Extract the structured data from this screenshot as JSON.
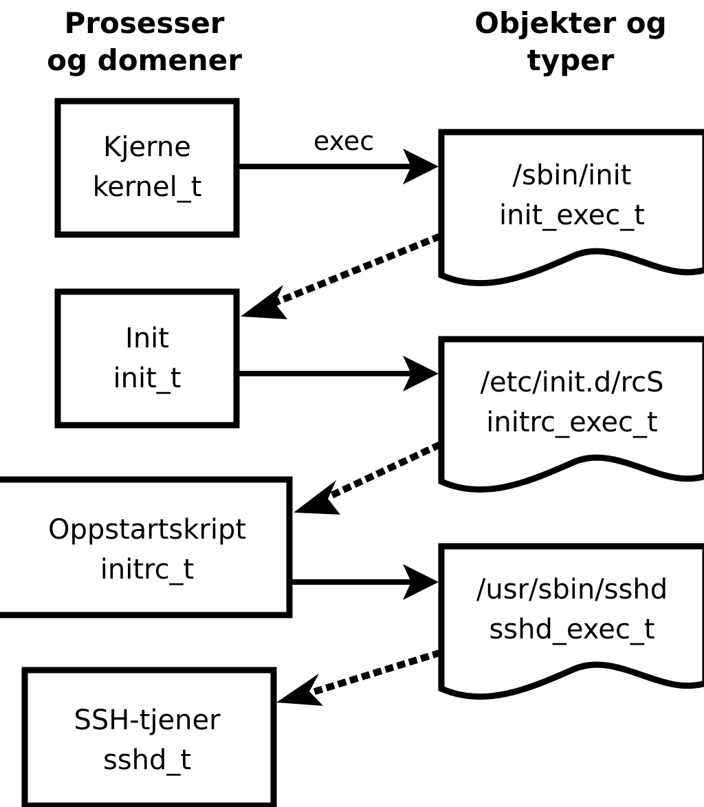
{
  "diagram": {
    "title_columns": [
      {
        "id": "processes",
        "line1": "Prosesser",
        "line2": "og domener"
      },
      {
        "id": "objects",
        "line1": "Objekter og",
        "line2": "typer"
      }
    ],
    "colors": {
      "stroke": "#000000",
      "fill": "#ffffff",
      "background": "#ffffff"
    },
    "process_nodes": [
      {
        "id": "kernel",
        "line1": "Kjerne",
        "line2": "kernel_t"
      },
      {
        "id": "init",
        "line1": "Init",
        "line2": "init_t"
      },
      {
        "id": "initrc",
        "line1": "Oppstartskript",
        "line2": "initrc_t"
      },
      {
        "id": "sshd",
        "line1": "SSH-tjener",
        "line2": "sshd_t"
      }
    ],
    "object_nodes": [
      {
        "id": "init_exec",
        "line1": "/sbin/init",
        "line2": "init_exec_t"
      },
      {
        "id": "initrc_exec",
        "line1": "/etc/init.d/rcS",
        "line2": "initrc_exec_t"
      },
      {
        "id": "sshd_exec",
        "line1": "/usr/sbin/sshd",
        "line2": "sshd_exec_t"
      }
    ],
    "edges": [
      {
        "id": "kernel-to-init-exec",
        "style": "solid",
        "label": "exec",
        "from": "kernel",
        "to": "init_exec"
      },
      {
        "id": "init-exec-to-init",
        "style": "dotted",
        "label": "",
        "from": "init_exec",
        "to": "init"
      },
      {
        "id": "init-to-initrc-exec",
        "style": "solid",
        "label": "",
        "from": "init",
        "to": "initrc_exec"
      },
      {
        "id": "initrc-exec-to-initrc",
        "style": "dotted",
        "label": "",
        "from": "initrc_exec",
        "to": "initrc"
      },
      {
        "id": "initrc-to-sshd-exec",
        "style": "solid",
        "label": "",
        "from": "initrc",
        "to": "sshd_exec"
      },
      {
        "id": "sshd-exec-to-sshd",
        "style": "dotted",
        "label": "",
        "from": "sshd_exec",
        "to": "sshd"
      }
    ]
  }
}
